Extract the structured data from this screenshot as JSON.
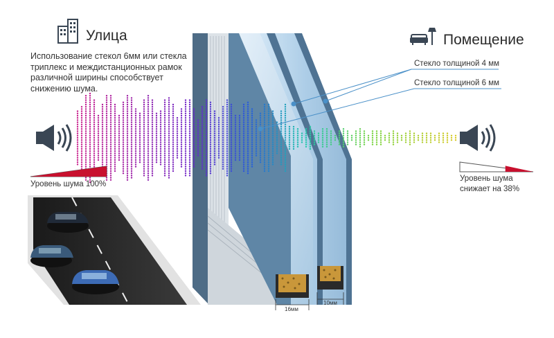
{
  "street": {
    "title": "Улица",
    "icon": "city-buildings-icon",
    "description": "Использование стекол 6мм или стекла триплекс и междистанционных рамок различной ширины способствует снижению шума.",
    "noise_label": "Уровень шума 100%",
    "noise_level": 1.0,
    "speaker_icon": "speaker-loud-icon"
  },
  "room": {
    "title": "Помещение",
    "icon": "sofa-lamp-icon",
    "noise_label_line1": "Уровень шума",
    "noise_label_line2": "снижает на 38%",
    "noise_level": 0.38,
    "speaker_icon": "speaker-loud-icon"
  },
  "glass_labels": {
    "glass_4mm": "Стекло толщиной 4 мм",
    "glass_6mm": "Стекло толщиной 6 мм"
  },
  "spacers": {
    "gap_1": "16мм",
    "gap_2": "10мм"
  },
  "colors": {
    "accent_red": "#c8102e",
    "glass_frame": "#5a7b96",
    "wave_start": "#c81e8c",
    "wave_end": "#d8c81e"
  }
}
